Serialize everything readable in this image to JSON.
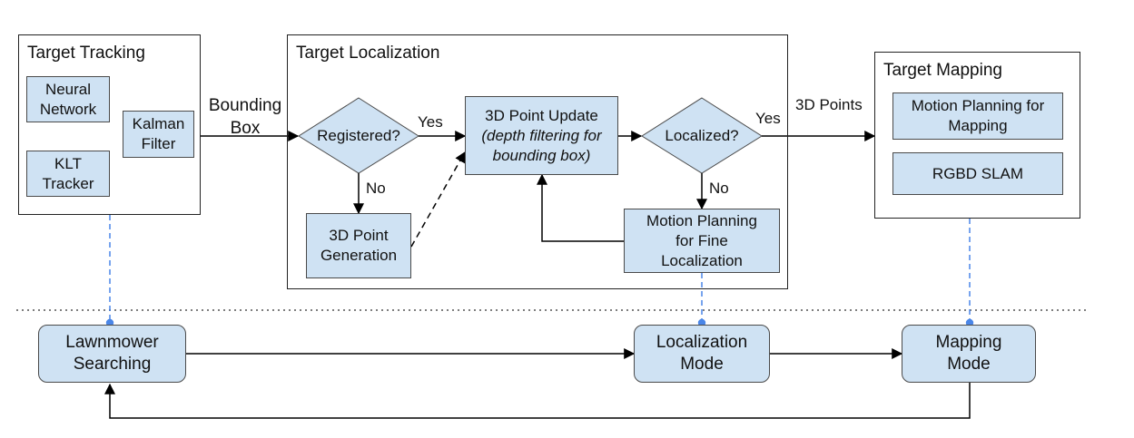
{
  "panels": {
    "tracking": {
      "title": "Target Tracking"
    },
    "localization": {
      "title": "Target Localization"
    },
    "mapping": {
      "title": "Target Mapping"
    }
  },
  "tracking": {
    "neural_network": "Neural\nNetwork",
    "klt_tracker": "KLT\nTracker",
    "kalman_filter": "Kalman\nFilter"
  },
  "localization": {
    "registered": "Registered?",
    "point_generation": "3D Point\nGeneration",
    "point_update_title": "3D Point Update",
    "point_update_detail": "(depth filtering for\nbounding box)",
    "localized": "Localized?",
    "motion_planning_fine": "Motion Planning\nfor Fine\nLocalization"
  },
  "mapping": {
    "motion_planning_mapping": "Motion Planning for\nMapping",
    "rgbd_slam": "RGBD SLAM"
  },
  "edge_labels": {
    "bounding_box": "Bounding\nBox",
    "yes_registered": "Yes",
    "no_registered": "No",
    "yes_localized": "Yes",
    "no_localized": "No",
    "points_3d": "3D Points"
  },
  "modes": {
    "lawnmower": "Lawnmower\nSearching",
    "localization": "Localization\nMode",
    "mapping": "Mapping\nMode"
  },
  "colors": {
    "box_fill": "#cfe2f3",
    "dashed_link": "#4a86e8",
    "line": "#000000"
  }
}
